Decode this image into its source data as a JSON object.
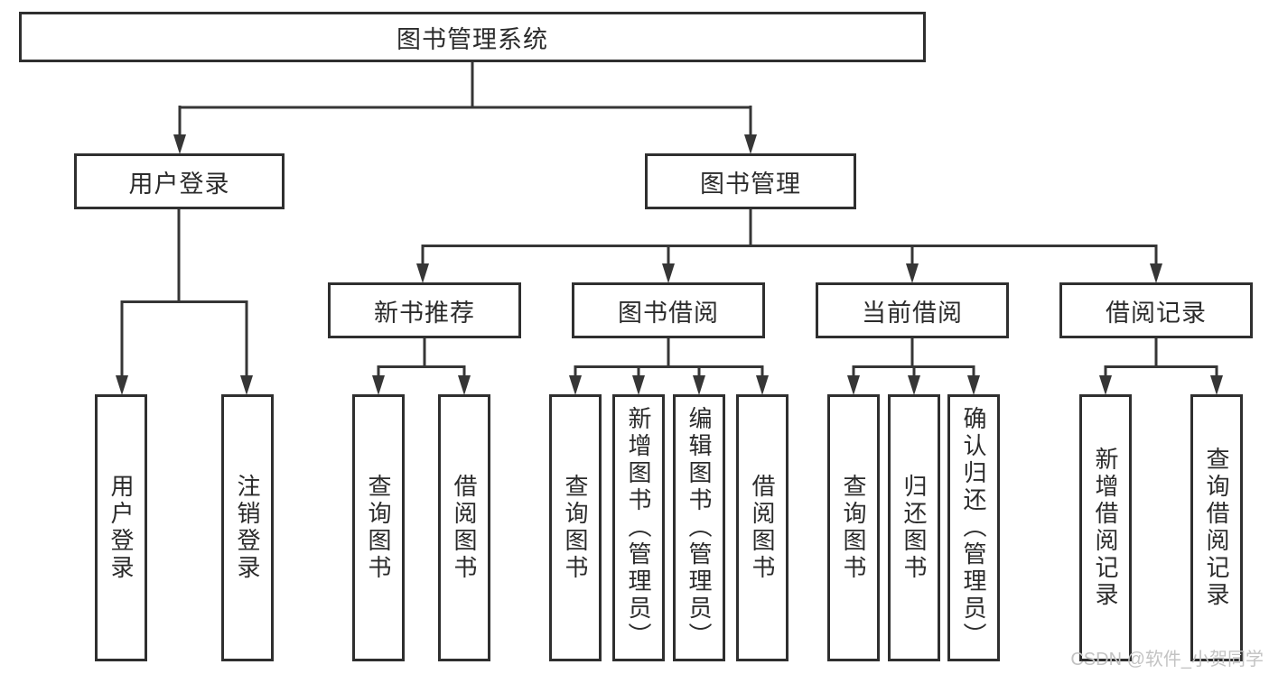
{
  "page": {
    "watermark": "CSDN @软件_小贺同学"
  },
  "colors": {
    "line": "#363636",
    "border": "#2f2f2f",
    "fill": "#ffffff",
    "text": "#2b2b2b",
    "watermark": "#c3c3c3"
  },
  "tree": {
    "label": "图书管理系统",
    "children": [
      {
        "label": "用户登录",
        "children": [
          {
            "label": "用户登录"
          },
          {
            "label": "注销登录"
          }
        ]
      },
      {
        "label": "图书管理",
        "children": [
          {
            "label": "新书推荐",
            "children": [
              {
                "label": "查询图书"
              },
              {
                "label": "借阅图书"
              }
            ]
          },
          {
            "label": "图书借阅",
            "children": [
              {
                "label": "查询图书"
              },
              {
                "label": "新增图书（管理员）"
              },
              {
                "label": "编辑图书（管理员）"
              },
              {
                "label": "借阅图书"
              }
            ]
          },
          {
            "label": "当前借阅",
            "children": [
              {
                "label": "查询图书"
              },
              {
                "label": "归还图书"
              },
              {
                "label": "确认归还（管理员）"
              }
            ]
          },
          {
            "label": "借阅记录",
            "children": [
              {
                "label": "新增借阅记录"
              },
              {
                "label": "查询借阅记录"
              }
            ]
          }
        ]
      }
    ]
  }
}
